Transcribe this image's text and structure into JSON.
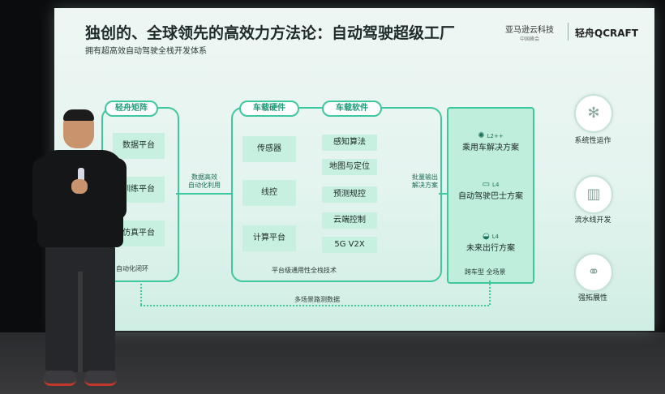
{
  "slide": {
    "title": "独创的、全球领先的高效力方法论：自动驾驶超级工厂",
    "subtitle": "拥有超高效自动驾驶全栈开发体系",
    "logo_left": "亚马逊云科技",
    "logo_left_sub": "中国峰会",
    "logo_right": "轻舟QCRAFT"
  },
  "left_group": {
    "header": "轻舟矩阵",
    "items": [
      "数据平台",
      "训练平台",
      "仿真平台"
    ],
    "caption": "自动化闭环"
  },
  "arrow_left_label": "数据高效\n自动化利用",
  "middle_group": {
    "hardware_header": "车载硬件",
    "software_header": "车载软件",
    "hardware_items": [
      "传感器",
      "线控",
      "计算平台"
    ],
    "software_items": [
      "感知算法",
      "地图与定位",
      "预测规控",
      "云端控制",
      "5G V2X"
    ],
    "caption": "平台级通用性全栈技术"
  },
  "arrow_right_label": "批量输出\n解决方案",
  "right_group": {
    "solutions": [
      {
        "level": "L2++",
        "name": "乘用车解决方案",
        "icon": "chip-icon"
      },
      {
        "level": "L4",
        "name": "自动驾驶巴士方案",
        "icon": "bus-icon"
      },
      {
        "level": "L4",
        "name": "未来出行方案",
        "icon": "car-icon"
      }
    ],
    "caption": "跨车型 全场景"
  },
  "feedback_label": "多场景路测数据",
  "features": [
    {
      "label": "系统性运作",
      "icon": "network-icon"
    },
    {
      "label": "流水线开发",
      "icon": "factory-icon"
    },
    {
      "label": "强拓展性",
      "icon": "link-icon"
    }
  ]
}
